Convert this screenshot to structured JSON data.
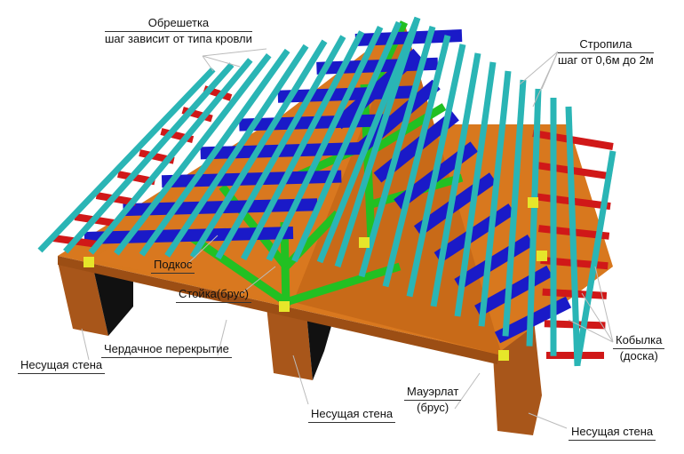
{
  "labels": {
    "obreshetka": "Обрешетка",
    "obreshetka_note": "шаг зависит от типа кровли",
    "stropila": "Стропила",
    "stropila_note": "шаг от 0,6м до 2м",
    "podkos": "Подкос",
    "stoyka": "Стойка(брус)",
    "perekrytie": "Чердачное перекрытие",
    "wall_left": "Несущая стена",
    "wall_middle": "Несущая стена",
    "wall_right": "Несущая стена",
    "mauerlat": "Мауэрлат",
    "mauerlat_note": "(брус)",
    "kobylka": "Кобылка",
    "kobylka_note": "(доска)"
  },
  "colors": {
    "batten": "#2ab5b5",
    "rafter": "#1a1ac8",
    "post": "#22c022",
    "kobylka": "#d01818",
    "wall": "#b5601a",
    "floor": "#d8781e",
    "mauerlat": "#e6e62a"
  }
}
